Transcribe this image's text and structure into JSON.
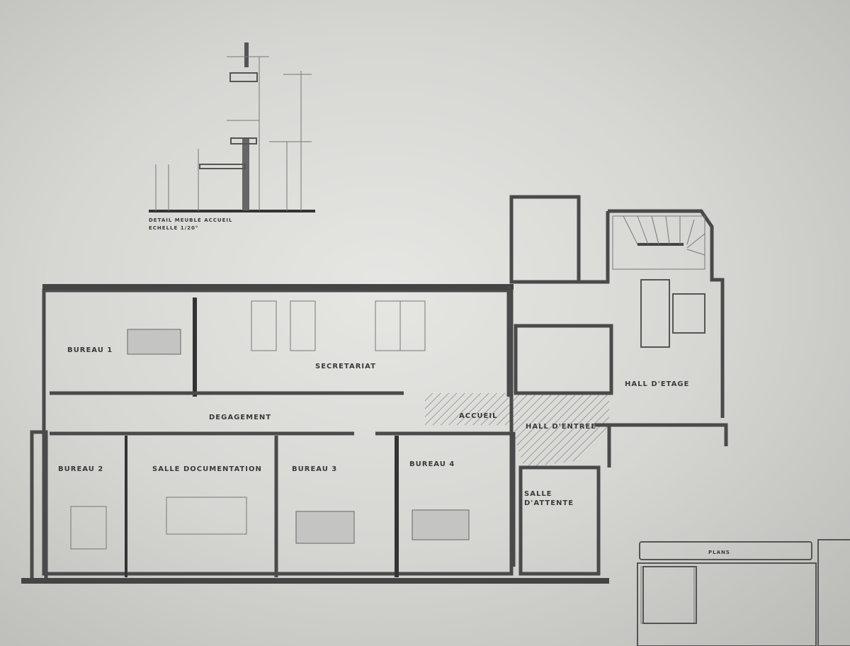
{
  "detail": {
    "title": "DETAIL MEUBLE ACCUEIL",
    "scale": "ECHELLE 1/20°"
  },
  "rooms": {
    "bureau1": "BUREAU 1",
    "secretariat": "SECRETARIAT",
    "degagement": "DEGAGEMENT",
    "accueil": "ACCUEIL",
    "hall_entree": "HALL D'ENTREE",
    "hall_etage": "HALL D'ETAGE",
    "bureau2": "BUREAU 2",
    "salle_documentation": "SALLE DOCUMENTATION",
    "bureau3": "BUREAU 3",
    "bureau4": "BUREAU 4",
    "salle_attente_1": "SALLE",
    "salle_attente_2": "D'ATTENTE"
  },
  "title_block": {
    "header": "PLANS"
  },
  "colors": {
    "paper": "#dcdcd9",
    "ink": "#4a4a4a"
  }
}
